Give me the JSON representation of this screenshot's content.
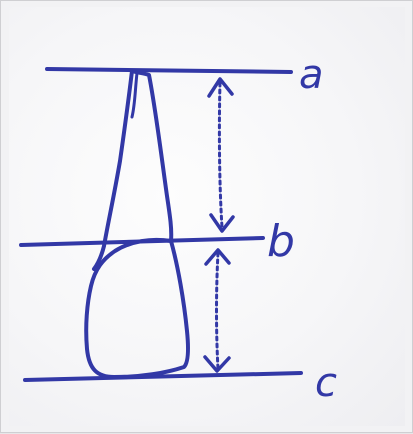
{
  "diagram": {
    "ink_color": "#3238a6",
    "paper_color": "#f6f6f8",
    "labels": {
      "top_line": "a",
      "middle_line": "b",
      "bottom_line": "c"
    }
  }
}
